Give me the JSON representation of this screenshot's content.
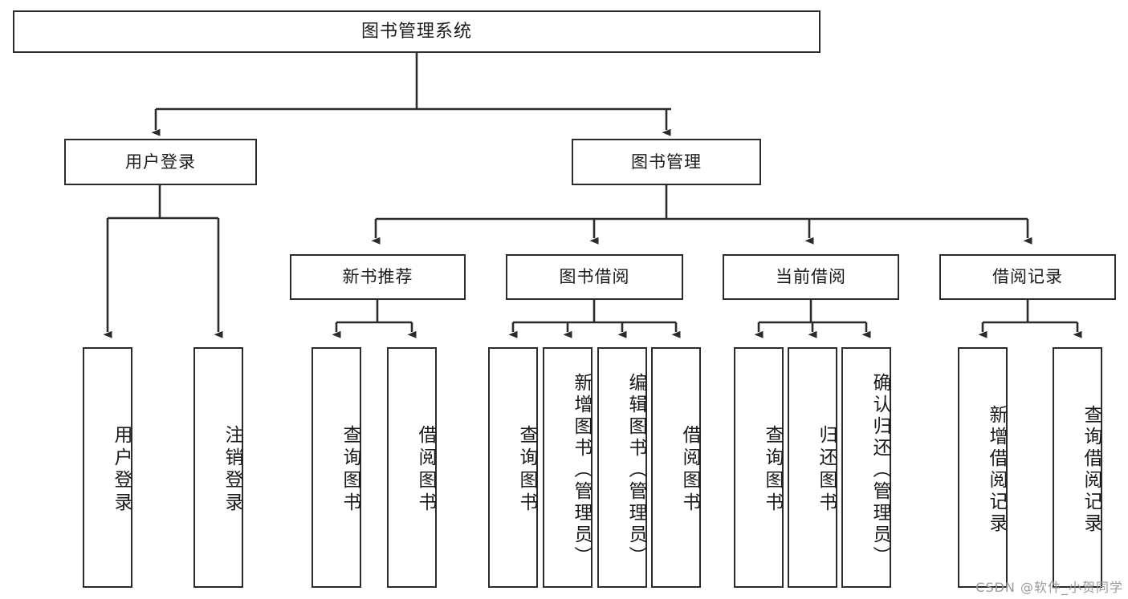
{
  "diagram": {
    "title": "图书管理系统",
    "root": {
      "label": "图书管理系统"
    },
    "level1": [
      {
        "label": "用户登录"
      },
      {
        "label": "图书管理"
      }
    ],
    "level2": [
      {
        "label": "新书推荐"
      },
      {
        "label": "图书借阅"
      },
      {
        "label": "当前借阅"
      },
      {
        "label": "借阅记录"
      }
    ],
    "leaves": {
      "user_login": [
        {
          "label": "用户登录"
        },
        {
          "label": "注销登录"
        }
      ],
      "new_book_recommend": [
        {
          "label": "查询图书"
        },
        {
          "label": "借阅图书"
        }
      ],
      "book_borrow": [
        {
          "label": "查询图书"
        },
        {
          "label": "新增图书（管理员）"
        },
        {
          "label": "编辑图书（管理员）"
        },
        {
          "label": "借阅图书"
        }
      ],
      "current_borrow": [
        {
          "label": "查询图书"
        },
        {
          "label": "归还图书"
        },
        {
          "label": "确认归还（管理员）"
        }
      ],
      "borrow_record": [
        {
          "label": "新增借阅记录"
        },
        {
          "label": "查询借阅记录"
        }
      ]
    },
    "watermark": "CSDN @软件_小贺同学",
    "colors": {
      "border": "#2b2b2b",
      "background": "#ffffff",
      "text": "#1a1a1a",
      "watermark": "#9a9a9a"
    }
  }
}
